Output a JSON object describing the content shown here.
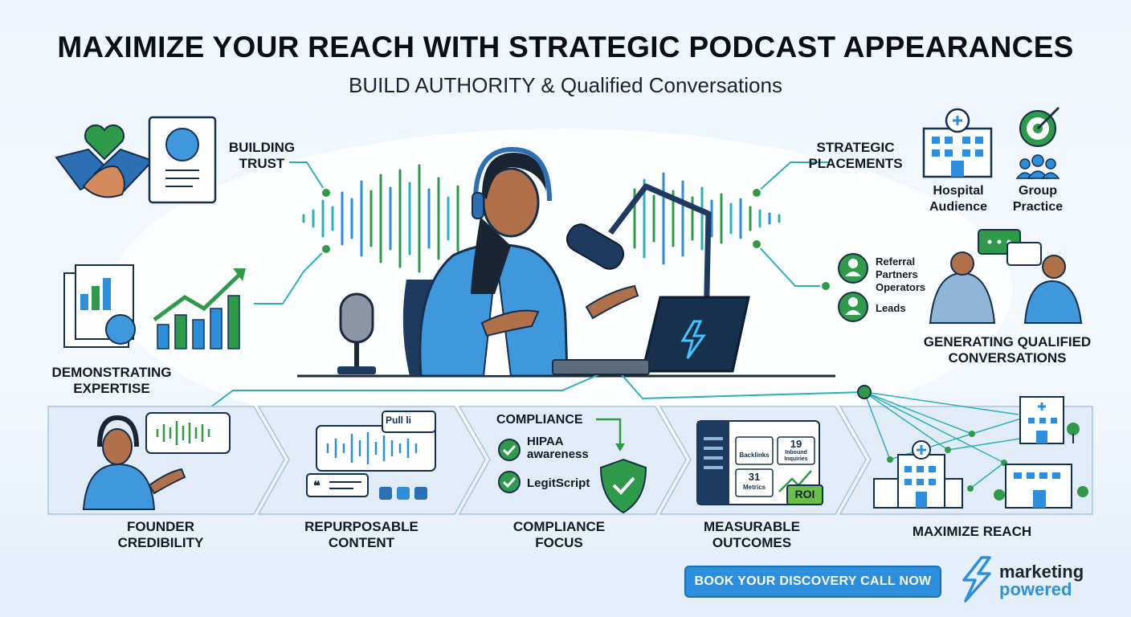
{
  "header": {
    "title": "MAXIMIZE YOUR REACH WITH STRATEGIC PODCAST APPEARANCES",
    "subtitle": "BUILD AUTHORITY & Qualified Conversations"
  },
  "left": {
    "trust_line1": "BUILDING",
    "trust_line2": "TRUST",
    "expertise_line1": "DEMONSTRATING",
    "expertise_line2": "EXPERTISE"
  },
  "right": {
    "placements_line1": "STRATEGIC",
    "placements_line2": "PLACEMENTS",
    "hospital_line1": "Hospital",
    "hospital_line2": "Audience",
    "group_line1": "Group",
    "group_line2": "Practice",
    "referral_line1": "Referral",
    "referral_line2": "Partners",
    "referral_line3": "Operators",
    "leads": "Leads",
    "conversations_line1": "GENERATING QUALIFIED",
    "conversations_line2": "CONVERSATIONS"
  },
  "steps": [
    {
      "line1": "FOUNDER",
      "line2": "CREDIBILITY"
    },
    {
      "line1": "REPURPOSABLE",
      "line2": "CONTENT"
    },
    {
      "line1": "COMPLIANCE",
      "line2": "FOCUS"
    },
    {
      "line1": "MEASURABLE",
      "line2": "OUTCOMES"
    },
    {
      "line1": "MAXIMIZE REACH",
      "line2": ""
    }
  ],
  "panel_repurpose": {
    "pull_quote": "Pull li"
  },
  "panel_compliance": {
    "heading": "COMPLIANCE",
    "item1_line1": "HIPAA",
    "item1_line2": "awareness",
    "item2": "LegitScript"
  },
  "panel_outcomes": {
    "backlinks": "Backlinks",
    "inquiries_value": "19",
    "inquiries_label": "Inbound Inquiries",
    "metrics_value": "31",
    "metrics_label": "Metrics",
    "roi": "ROI"
  },
  "cta": {
    "label": "BOOK YOUR DISCOVERY CALL NOW"
  },
  "brand": {
    "line1": "marketing",
    "line2": "powered"
  },
  "colors": {
    "accent_blue": "#2d8fdc",
    "green": "#2e9a4a",
    "navy": "#1e3a5f",
    "teal": "#2bb0b8"
  }
}
